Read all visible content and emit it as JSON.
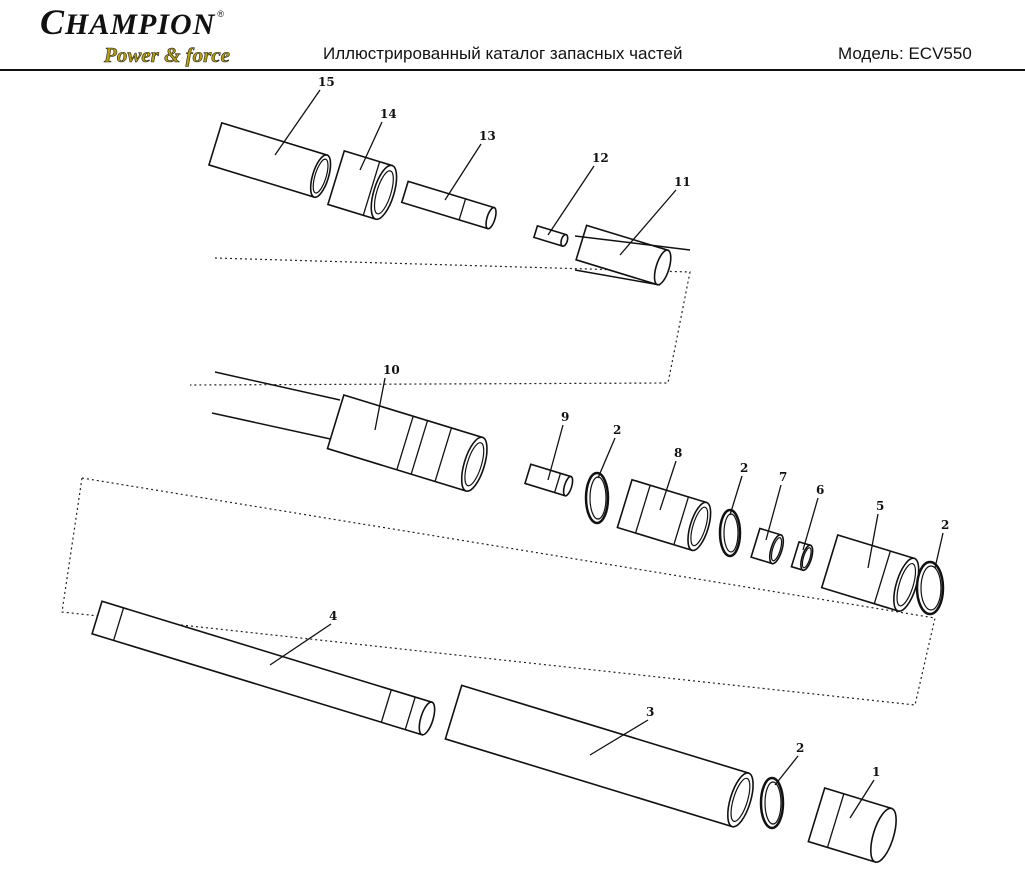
{
  "header": {
    "logo_brand": "CHAMPION",
    "logo_tagline": "Power & force",
    "title": "Иллюстрированный каталог запасных частей",
    "model": "Модель: ECV550"
  },
  "diagram": {
    "callouts": [
      "15",
      "14",
      "13",
      "12",
      "11",
      "10",
      "9",
      "2",
      "8",
      "2",
      "7",
      "6",
      "5",
      "2",
      "4",
      "3",
      "2",
      "1"
    ]
  }
}
